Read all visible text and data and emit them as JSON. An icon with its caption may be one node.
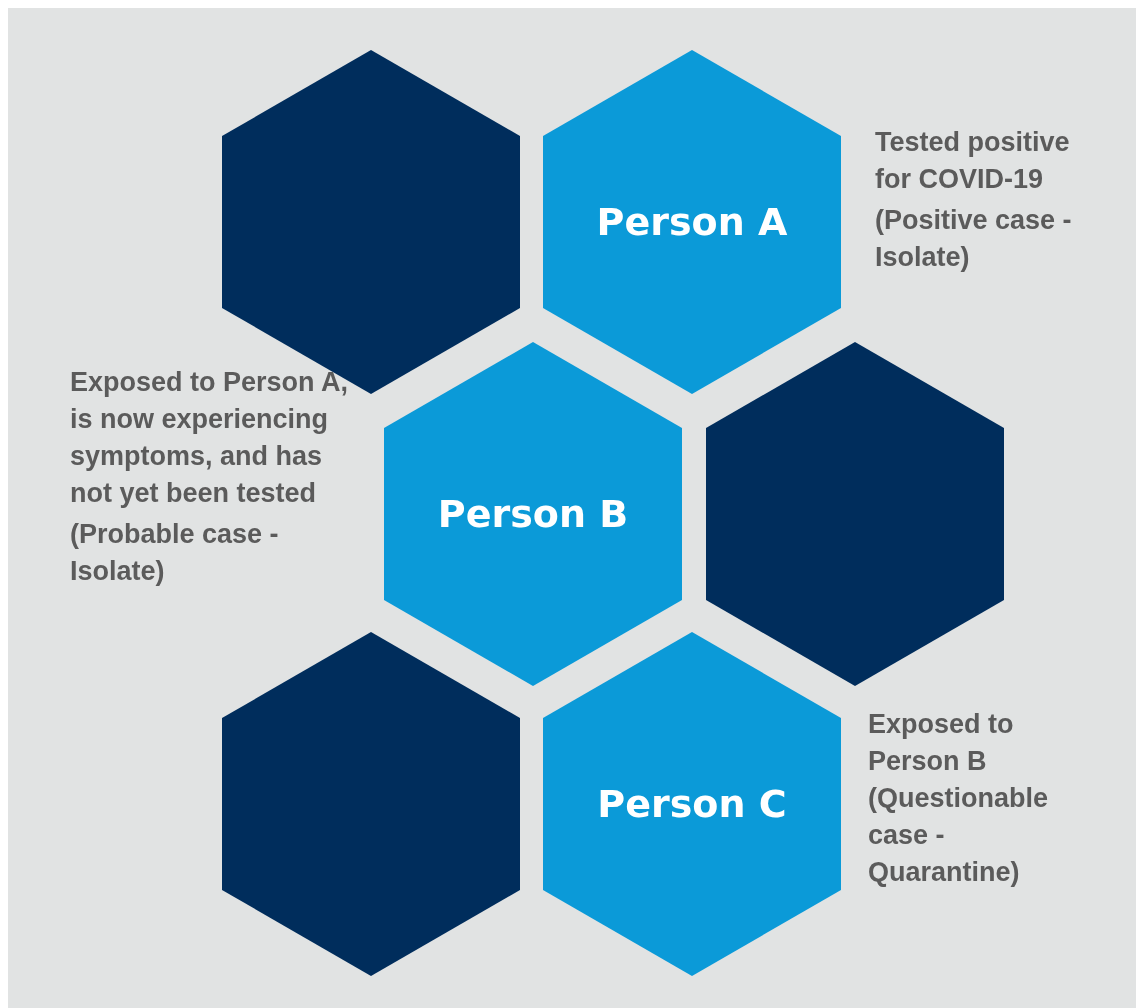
{
  "diagram": {
    "nodes": [
      {
        "text": [],
        "shape": "hexagon"
      },
      {
        "text": [
          "Person A"
        ],
        "beside": [
          "Tested positive for COVID-19",
          "(Positive case - Isolate)"
        ]
      },
      {
        "text": [
          "Person B"
        ],
        "beside": [
          "Exposed to Person A, is now experiencing symptoms, and has not yet been tested",
          "(Probable case - Isolate)"
        ]
      },
      {
        "text": [],
        "shape": "hexagon"
      },
      {
        "text": [],
        "shape": "hexagon"
      },
      {
        "text": [
          "Person C"
        ],
        "beside": [
          "Exposed to Person B (Questionable case - Quarantine)"
        ]
      }
    ]
  }
}
